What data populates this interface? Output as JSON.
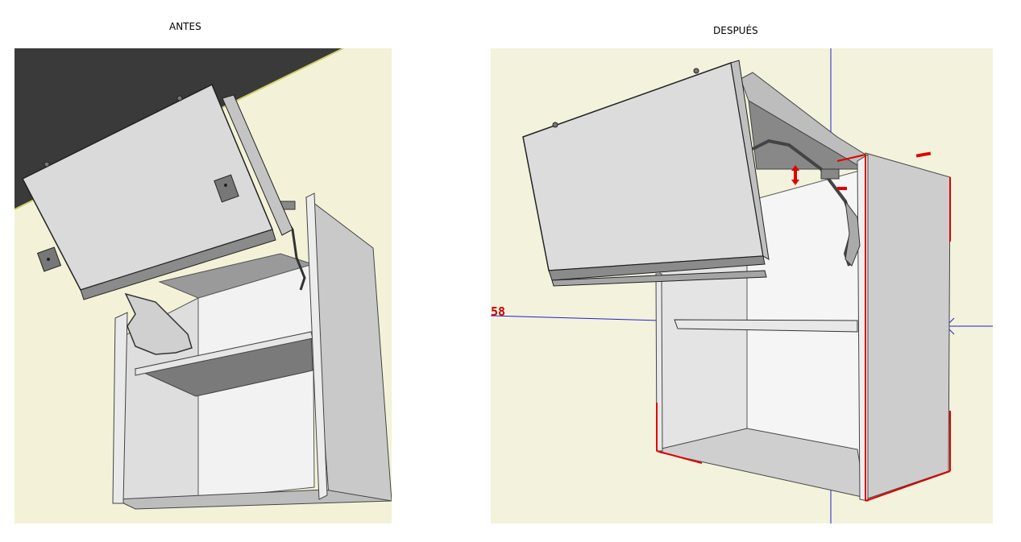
{
  "captions": {
    "before": "ANTES",
    "after": "DESPUÉS"
  },
  "views": {
    "before": {
      "background_color": "#f3f2d8",
      "wall_color": "#3a3a3a"
    },
    "after": {
      "background_color": "#f3f2dc",
      "axis_color": "#2222cc",
      "highlight_color": "#e00000",
      "dimension_label": "58"
    }
  }
}
